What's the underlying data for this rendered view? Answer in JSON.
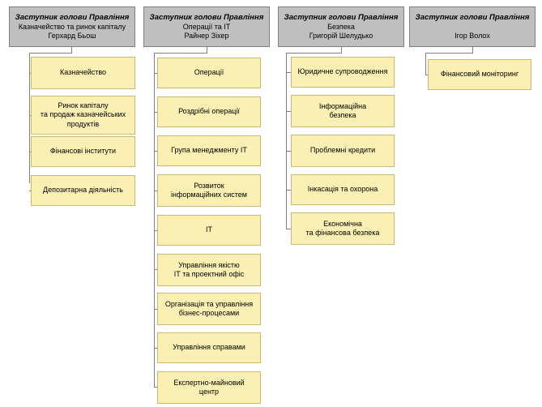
{
  "chart_data": {
    "type": "diagram",
    "title": "",
    "diagram_kind": "organizational-chart",
    "orientation": "top-down-columns",
    "colors": {
      "header_fill": "#bfbfbf",
      "header_border": "#7f7f7f",
      "node_fill": "#faf0b4",
      "node_border": "#c7b96e",
      "connector": "#808080",
      "background": "#ffffff",
      "text": "#000000"
    },
    "columns": [
      {
        "header": {
          "title": "Заступник голови Правління",
          "department": "Казначейство та ринок капіталу",
          "person": "Герхард Бьош"
        },
        "nodes": [
          "Казначейство",
          "Ринок капіталу\nта продаж казначейських\nпродуктів",
          "Фінансові інститути",
          "Депозитарна діяльність"
        ]
      },
      {
        "header": {
          "title": "Заступник голови Правління",
          "department": "Операції та ІТ",
          "person": "Райнер Зіхер"
        },
        "nodes": [
          "Операції",
          "Роздрібні операції",
          "Група менеджменту ІТ",
          "Розвиток\nінформаційних систем",
          "ІТ",
          "Управління якістю\nІТ  та проектний офіс",
          "Організація та управління\nбізнес-процесами",
          "Управління справами",
          "Експертно-майновий\nцентр"
        ]
      },
      {
        "header": {
          "title": "Заступник голови  Правління",
          "department": "Безпека",
          "person": "Григорій Шелудько"
        },
        "nodes": [
          "Юридичне супроводження",
          "Інформаційна\nбезпека",
          "Проблемні кредити",
          "Інкасація та охорона",
          "Економічна\nта фінансова безпека"
        ]
      },
      {
        "header": {
          "title": "Заступник голови  Правління",
          "department": "",
          "person": "Ігор Волох"
        },
        "nodes": [
          "Фінансовий моніторинг"
        ]
      }
    ]
  }
}
